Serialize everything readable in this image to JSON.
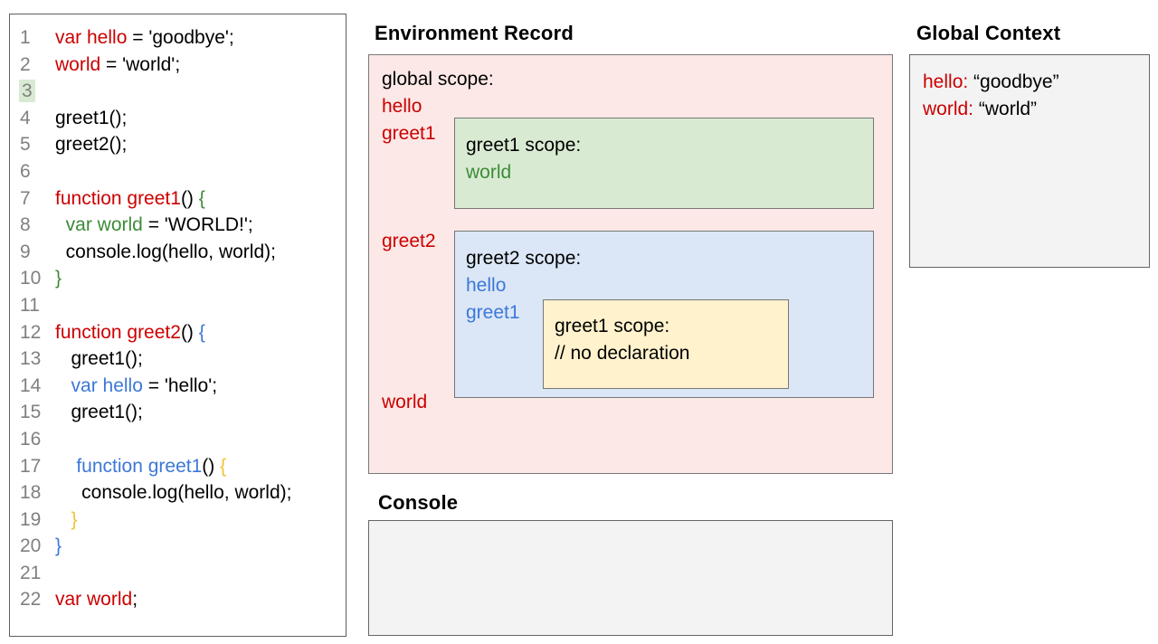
{
  "colors": {
    "text": "#000000",
    "red": "#cc0000",
    "green": "#3c8c37",
    "blue": "#3c78d8",
    "yellow": "#f1c232",
    "numgray": "#808080",
    "pinkfill": "#fce8e6",
    "greenfill": "#d9ead3",
    "bluefill": "#dbe7f6",
    "yellowfill": "#fff2cc",
    "grayfill": "#f3f3f3"
  },
  "code_panel": {
    "lines": [
      {
        "n": "1",
        "hl": false,
        "segs": [
          [
            "var hello",
            "red"
          ],
          [
            " = 'goodbye';",
            "plain"
          ]
        ]
      },
      {
        "n": "2",
        "hl": false,
        "segs": [
          [
            "world",
            "red"
          ],
          [
            " = 'world';",
            "plain"
          ]
        ]
      },
      {
        "n": "3",
        "hl": true,
        "segs": []
      },
      {
        "n": "4",
        "hl": false,
        "segs": [
          [
            "greet1();",
            "plain"
          ]
        ]
      },
      {
        "n": "5",
        "hl": false,
        "segs": [
          [
            "greet2();",
            "plain"
          ]
        ]
      },
      {
        "n": "6",
        "hl": false,
        "segs": []
      },
      {
        "n": "7",
        "hl": false,
        "segs": [
          [
            "function greet1",
            "red"
          ],
          [
            "() ",
            "plain"
          ],
          [
            "{",
            "green"
          ]
        ]
      },
      {
        "n": "8",
        "hl": false,
        "segs": [
          [
            "  ",
            "plain"
          ],
          [
            "var world",
            "green"
          ],
          [
            " = 'WORLD!';",
            "plain"
          ]
        ]
      },
      {
        "n": "9",
        "hl": false,
        "segs": [
          [
            "  console.log(hello, world);",
            "plain"
          ]
        ]
      },
      {
        "n": "10",
        "hl": false,
        "segs": [
          [
            "}",
            "green"
          ]
        ]
      },
      {
        "n": "11",
        "hl": false,
        "segs": []
      },
      {
        "n": "12",
        "hl": false,
        "segs": [
          [
            "function greet2",
            "red"
          ],
          [
            "() ",
            "plain"
          ],
          [
            "{",
            "blue"
          ]
        ]
      },
      {
        "n": "13",
        "hl": false,
        "segs": [
          [
            "   greet1();",
            "plain"
          ]
        ]
      },
      {
        "n": "14",
        "hl": false,
        "segs": [
          [
            "   ",
            "plain"
          ],
          [
            "var hello",
            "blue"
          ],
          [
            " = 'hello';",
            "plain"
          ]
        ]
      },
      {
        "n": "15",
        "hl": false,
        "segs": [
          [
            "   greet1();",
            "plain"
          ]
        ]
      },
      {
        "n": "16",
        "hl": false,
        "segs": []
      },
      {
        "n": "17",
        "hl": false,
        "segs": [
          [
            "    ",
            "plain"
          ],
          [
            "function greet1",
            "blue"
          ],
          [
            "() ",
            "plain"
          ],
          [
            "{",
            "yellow"
          ]
        ]
      },
      {
        "n": "18",
        "hl": false,
        "segs": [
          [
            "     console.log(hello, world);",
            "plain"
          ]
        ]
      },
      {
        "n": "19",
        "hl": false,
        "segs": [
          [
            "   ",
            "plain"
          ],
          [
            "}",
            "yellow"
          ]
        ]
      },
      {
        "n": "20",
        "hl": false,
        "segs": [
          [
            "}",
            "blue"
          ]
        ]
      },
      {
        "n": "21",
        "hl": false,
        "segs": []
      },
      {
        "n": "22",
        "hl": false,
        "segs": [
          [
            "var world",
            "red"
          ],
          [
            ";",
            "plain"
          ]
        ]
      }
    ]
  },
  "environment_record": {
    "title": "Environment Record",
    "global_scope_label": "global scope:",
    "labels": {
      "hello": "hello",
      "greet1": "greet1",
      "greet2": "greet2",
      "world": "world"
    },
    "greet1_box": {
      "title": "greet1 scope:",
      "entry": "world"
    },
    "greet2_box": {
      "title": "greet2 scope:",
      "entries": [
        "hello",
        "greet1"
      ],
      "inner_greet1_box": {
        "title": "greet1 scope:",
        "comment": "// no declaration"
      }
    }
  },
  "global_context": {
    "title": "Global Context",
    "entries": [
      {
        "name": "hello:",
        "value": "“goodbye”"
      },
      {
        "name": "world:",
        "value": "“world”"
      }
    ]
  },
  "console_panel": {
    "title": "Console",
    "content": ""
  }
}
